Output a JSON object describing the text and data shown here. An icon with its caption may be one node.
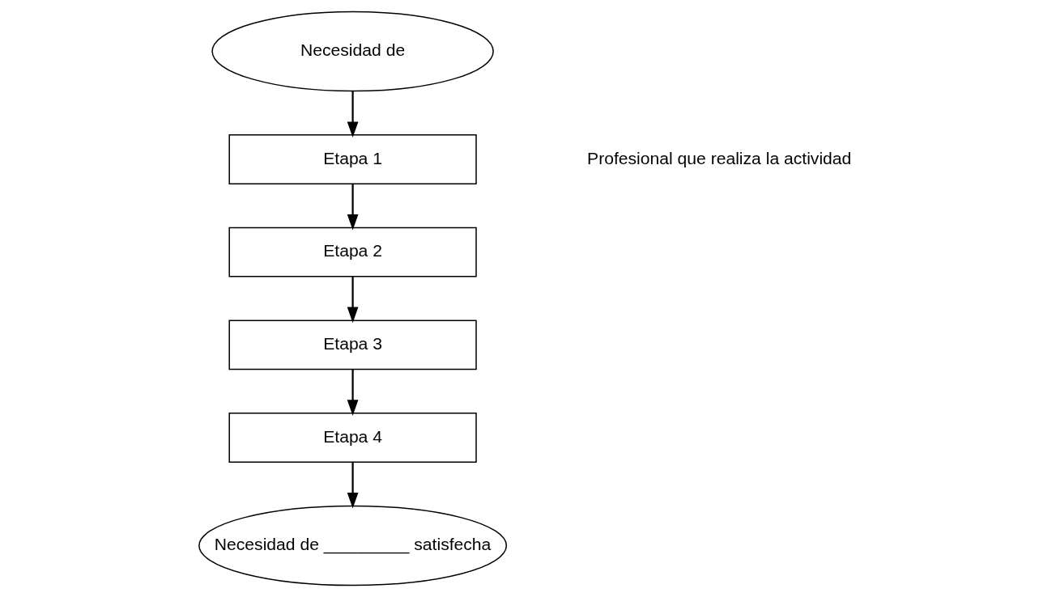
{
  "diagram": {
    "nodes": [
      {
        "text": [
          "Necesidad de"
        ]
      },
      {
        "text": [
          "Etapa 1"
        ]
      },
      {
        "text": [
          "Etapa 2"
        ]
      },
      {
        "text": [
          "Etapa 3"
        ]
      },
      {
        "text": [
          "Etapa 4"
        ]
      },
      {
        "text": [
          "Necesidad de _________ satisfecha"
        ]
      }
    ],
    "edges": [
      {
        "from": 0,
        "to": 1,
        "arrow": "to"
      },
      {
        "from": 1,
        "to": 2,
        "arrow": "to"
      },
      {
        "from": 2,
        "to": 3,
        "arrow": "to"
      },
      {
        "from": 3,
        "to": 4,
        "arrow": "to"
      },
      {
        "from": 4,
        "to": 5,
        "arrow": "to"
      }
    ],
    "labels": [
      "Profesional que realiza la actividad"
    ]
  }
}
